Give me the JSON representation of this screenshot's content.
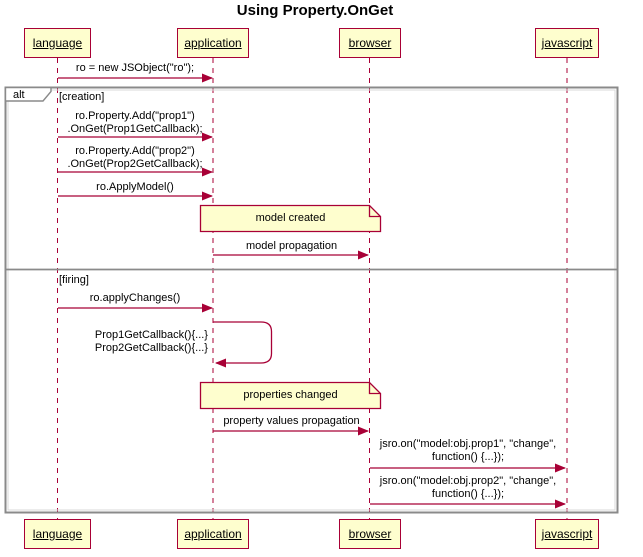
{
  "diagram": {
    "title": "Using Property.OnGet",
    "participants": [
      {
        "name": "language"
      },
      {
        "name": "application"
      },
      {
        "name": "browser"
      },
      {
        "name": "javascript"
      }
    ],
    "alt_frame": {
      "operator": "alt",
      "sections": [
        {
          "condition": "[creation]"
        },
        {
          "condition": "[firing]"
        }
      ]
    },
    "messages": [
      {
        "id": "create-jsobject",
        "from": "language",
        "to": "application",
        "lines": [
          "ro = new JSObject(\"ro\");"
        ]
      },
      {
        "id": "add-prop1",
        "from": "language",
        "to": "application",
        "lines": [
          "ro.Property.Add(\"prop1\")",
          ".OnGet(Prop1GetCallback);"
        ]
      },
      {
        "id": "add-prop2",
        "from": "language",
        "to": "application",
        "lines": [
          "ro.Property.Add(\"prop2\")",
          ".OnGet(Prop2GetCallback);"
        ]
      },
      {
        "id": "apply-model",
        "from": "language",
        "to": "application",
        "lines": [
          "ro.ApplyModel()"
        ]
      },
      {
        "id": "model-propagation",
        "from": "application",
        "to": "browser",
        "lines": [
          "model propagation"
        ]
      },
      {
        "id": "apply-changes",
        "from": "language",
        "to": "application",
        "lines": [
          "ro.applyChanges()"
        ]
      },
      {
        "id": "get-callbacks-self",
        "from": "application",
        "to": "application",
        "lines": [
          "Prop1GetCallback(){...}",
          "Prop2GetCallback(){...}"
        ]
      },
      {
        "id": "property-values-propagation",
        "from": "application",
        "to": "browser",
        "lines": [
          "property values propagation"
        ]
      },
      {
        "id": "jsro-on-prop1",
        "from": "browser",
        "to": "javascript",
        "lines": [
          "jsro.on(\"model:obj.prop1\", \"change\",",
          "function() {...});"
        ]
      },
      {
        "id": "jsro-on-prop2",
        "from": "browser",
        "to": "javascript",
        "lines": [
          "jsro.on(\"model:obj.prop2\", \"change\",",
          "function() {...});"
        ]
      }
    ],
    "notes": [
      {
        "text": "model created"
      },
      {
        "text": "properties changed"
      }
    ],
    "colors": {
      "participant_fill": "#FEFECE",
      "accent_border": "#A80036",
      "frame_border": "#8A8A8A",
      "text": "#000000"
    }
  }
}
